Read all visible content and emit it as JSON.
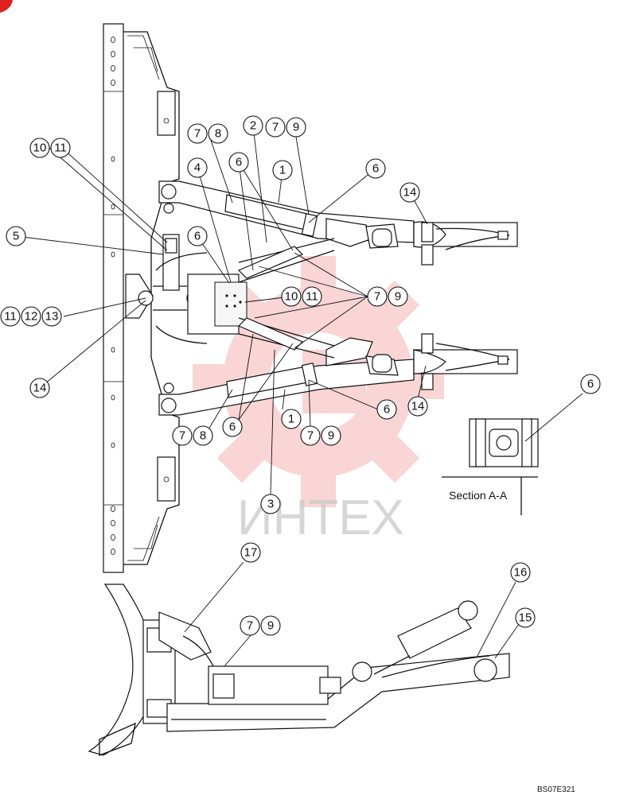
{
  "watermark": {
    "text": "ИНТЕХ",
    "gear_color": "#f08a8a"
  },
  "section_label": "Section A-A",
  "figure_code": "BS07E321",
  "corner_mark_color": "#e0201c",
  "callouts": [
    {
      "label": "10"
    },
    {
      "label": "11"
    },
    {
      "label": "7"
    },
    {
      "label": "8"
    },
    {
      "label": "2"
    },
    {
      "label": "7"
    },
    {
      "label": "9"
    },
    {
      "label": "4"
    },
    {
      "label": "6"
    },
    {
      "label": "1"
    },
    {
      "label": "6"
    },
    {
      "label": "14"
    },
    {
      "label": "5"
    },
    {
      "label": "6"
    },
    {
      "label": "10"
    },
    {
      "label": "11"
    },
    {
      "label": "7"
    },
    {
      "label": "9"
    },
    {
      "label": "11"
    },
    {
      "label": "12"
    },
    {
      "label": "13"
    },
    {
      "label": "14"
    },
    {
      "label": "6"
    },
    {
      "label": "1"
    },
    {
      "label": "14"
    },
    {
      "label": "6"
    },
    {
      "label": "7"
    },
    {
      "label": "8"
    },
    {
      "label": "6"
    },
    {
      "label": "7"
    },
    {
      "label": "9"
    },
    {
      "label": "3"
    },
    {
      "label": "17"
    },
    {
      "label": "7"
    },
    {
      "label": "9"
    },
    {
      "label": "16"
    },
    {
      "label": "15"
    }
  ]
}
